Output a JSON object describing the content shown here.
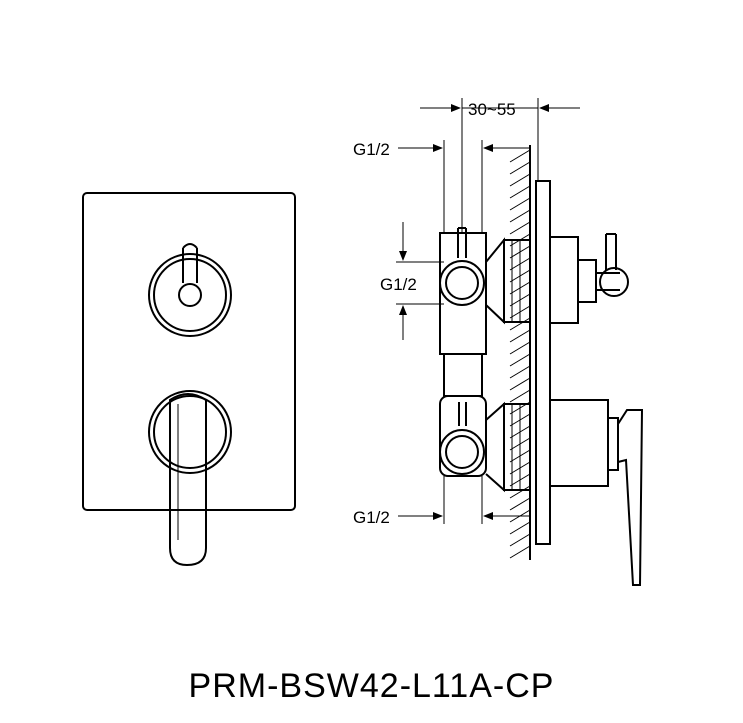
{
  "dimensions": {
    "depth_range": "30~55",
    "thread_top": "G1/2",
    "thread_side": "G1/2",
    "thread_bottom": "G1/2"
  },
  "model_code": "PRM-BSW42-L11A-CP"
}
